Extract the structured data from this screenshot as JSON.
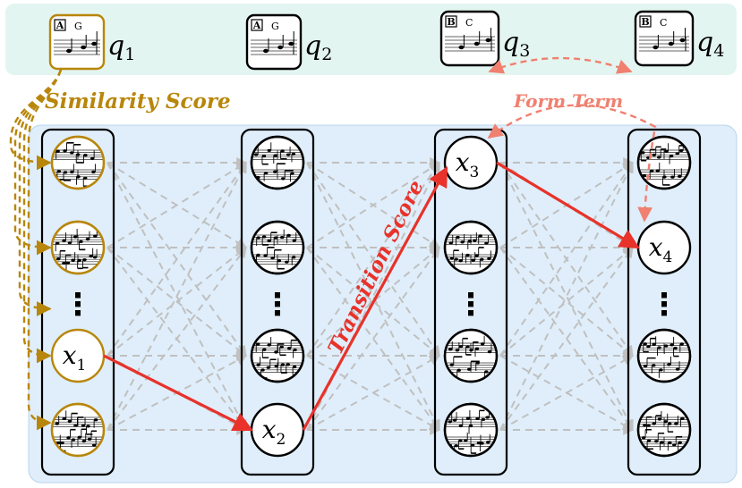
{
  "queries": [
    {
      "letter": "A",
      "key": "G",
      "var": "q",
      "sub": "1"
    },
    {
      "letter": "A",
      "key": "G",
      "var": "q",
      "sub": "2"
    },
    {
      "letter": "B",
      "key": "C",
      "var": "q",
      "sub": "3"
    },
    {
      "letter": "B",
      "key": "C",
      "var": "q",
      "sub": "4"
    }
  ],
  "selected": [
    {
      "var": "x",
      "sub": "1"
    },
    {
      "var": "x",
      "sub": "2"
    },
    {
      "var": "x",
      "sub": "3"
    },
    {
      "var": "x",
      "sub": "4"
    }
  ],
  "labels": {
    "similarity": "Similarity Score",
    "form": "Form Term",
    "transition": "Transition Score",
    "ellipsis": "⋮"
  },
  "colors": {
    "query_bg": "#e3f5f0",
    "lattice_bg": "#dfeefa",
    "similarity": "#b8860b",
    "form": "#f08070",
    "transition": "#e8322a",
    "edge": "#c0c0c0"
  }
}
